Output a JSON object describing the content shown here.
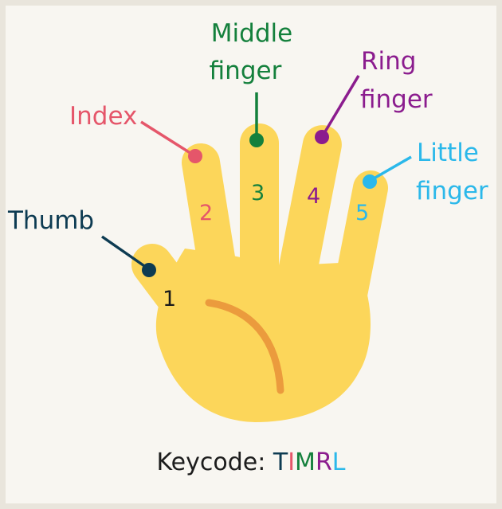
{
  "labels": {
    "thumb": "Thumb",
    "index": "Index",
    "middle_line1": "Middle",
    "middle_line2": "finger",
    "ring_line1": "Ring",
    "ring_line2": "finger",
    "little_line1": "Little",
    "little_line2": "finger"
  },
  "numbers": {
    "thumb": "1",
    "index": "2",
    "middle": "3",
    "ring": "4",
    "little": "5"
  },
  "keycode": {
    "prefix": "Keycode: ",
    "letters": [
      {
        "char": "T",
        "color": "#0d3b52"
      },
      {
        "char": "I",
        "color": "#e5566a"
      },
      {
        "char": "M",
        "color": "#14803c"
      },
      {
        "char": "R",
        "color": "#8b1c8e"
      },
      {
        "char": "L",
        "color": "#2bb8ea"
      }
    ]
  },
  "colors": {
    "hand": "#fcd65a",
    "palm_line": "#eb9b3d",
    "thumb": "#0d3b52",
    "index": "#e5566a",
    "middle": "#14803c",
    "ring": "#8b1c8e",
    "little": "#2bb8ea"
  }
}
